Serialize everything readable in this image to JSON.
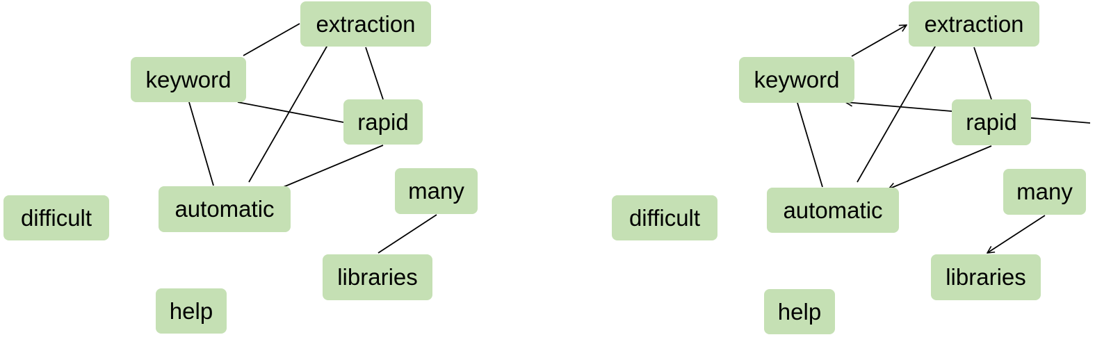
{
  "colors": {
    "node_fill": "#c5e0b4",
    "edge": "#000000"
  },
  "graphs": [
    {
      "name": "undirected",
      "directed": false,
      "nodes": [
        {
          "id": "extraction",
          "label": "extraction"
        },
        {
          "id": "keyword",
          "label": "keyword"
        },
        {
          "id": "rapid",
          "label": "rapid"
        },
        {
          "id": "many",
          "label": "many"
        },
        {
          "id": "difficult",
          "label": "difficult"
        },
        {
          "id": "automatic",
          "label": "automatic"
        },
        {
          "id": "libraries",
          "label": "libraries"
        },
        {
          "id": "help",
          "label": "help"
        }
      ],
      "edges": [
        {
          "from": "keyword",
          "to": "extraction"
        },
        {
          "from": "automatic",
          "to": "extraction"
        },
        {
          "from": "rapid",
          "to": "extraction"
        },
        {
          "from": "keyword",
          "to": "rapid"
        },
        {
          "from": "keyword",
          "to": "automatic"
        },
        {
          "from": "rapid",
          "to": "automatic"
        },
        {
          "from": "many",
          "to": "libraries"
        }
      ]
    },
    {
      "name": "directed",
      "directed": true,
      "nodes": [
        {
          "id": "extraction",
          "label": "extraction"
        },
        {
          "id": "keyword",
          "label": "keyword"
        },
        {
          "id": "rapid",
          "label": "rapid"
        },
        {
          "id": "many",
          "label": "many"
        },
        {
          "id": "difficult",
          "label": "difficult"
        },
        {
          "id": "automatic",
          "label": "automatic"
        },
        {
          "id": "libraries",
          "label": "libraries"
        },
        {
          "id": "help",
          "label": "help"
        }
      ],
      "edges": [
        {
          "from": "keyword",
          "to": "extraction",
          "arrow": true
        },
        {
          "from": "rapid",
          "to": "keyword",
          "arrow": true
        },
        {
          "from": "rapid",
          "to": "automatic",
          "arrow": true
        },
        {
          "from": "many",
          "to": "libraries",
          "arrow": true
        },
        {
          "from": "automatic",
          "to": "extraction",
          "arrow": false
        },
        {
          "from": "rapid",
          "to": "extraction",
          "arrow": false
        },
        {
          "from": "keyword",
          "to": "automatic",
          "arrow": false
        }
      ]
    }
  ]
}
